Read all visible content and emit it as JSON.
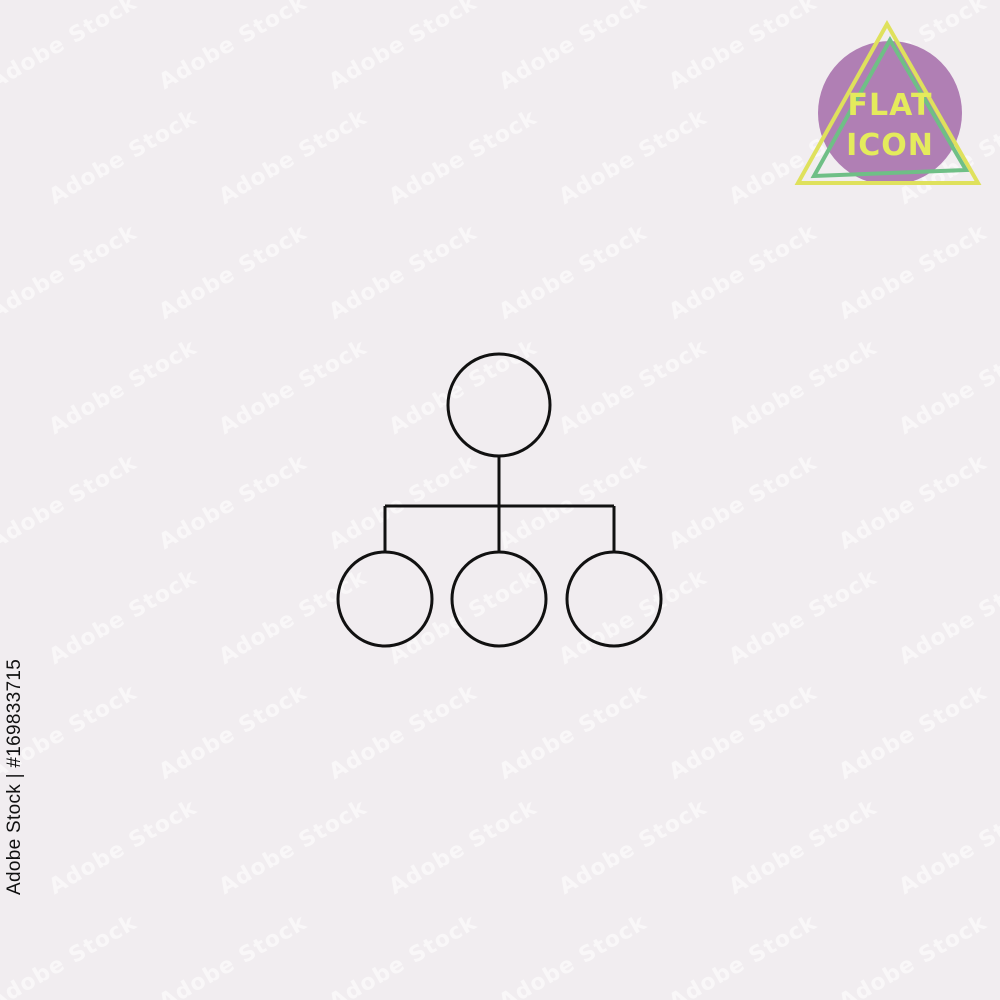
{
  "background_color": "#f1edf0",
  "watermark": {
    "text": "Adobe Stock",
    "color": "rgba(255,255,255,0.55)"
  },
  "hierarchy_icon": {
    "icon_name": "hierarchy-icon",
    "stroke_color": "#111111"
  },
  "badge": {
    "line1": "FLAT",
    "line2": "ICON",
    "circle_color": "#b07fb4",
    "text_color": "#e4eb5c",
    "triangle_yellow": "#dfe15c",
    "triangle_green": "#6fbf86"
  },
  "stock_id": "Adobe Stock | #169833715"
}
